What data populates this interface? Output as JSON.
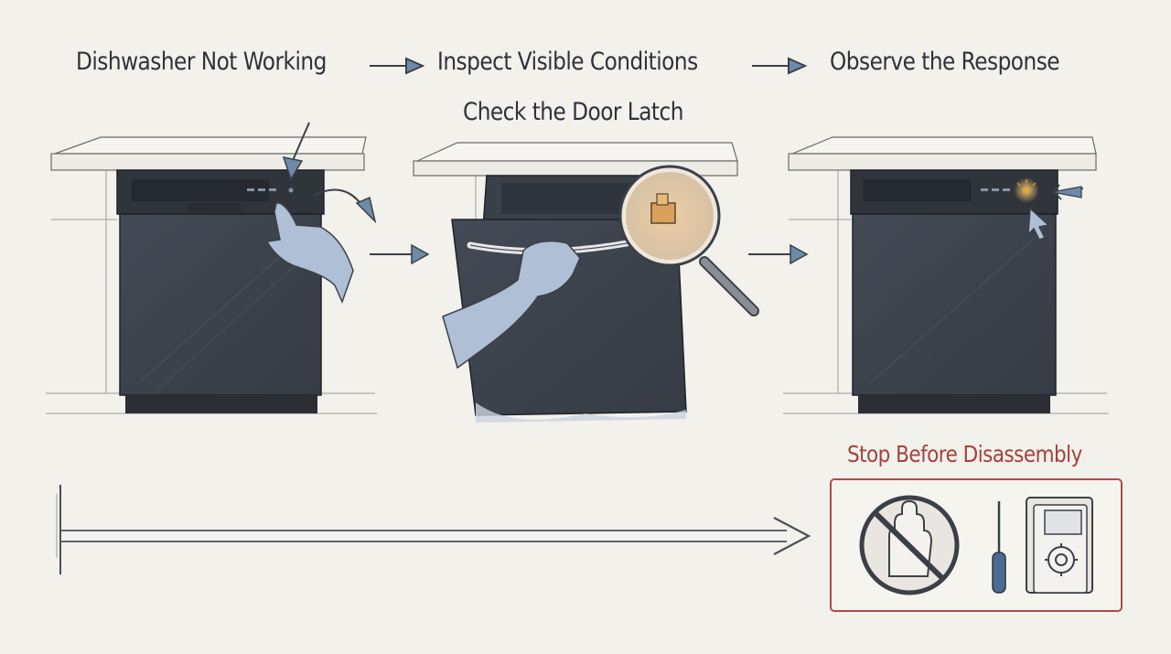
{
  "steps": {
    "step1": "Dishwasher Not Working",
    "step2": "Inspect Visible Conditions",
    "step3": "Observe the Response",
    "sub_step": "Check the Door Latch"
  },
  "warning": {
    "title": "Stop Before Disassembly",
    "color": "#a5403c",
    "icons": [
      "no-hand-icon",
      "screwdriver-icon",
      "control-panel-icon"
    ]
  },
  "colors": {
    "background": "#f3f1ec",
    "appliance": "#3a3f48",
    "accent_arrow": "#6e8aa8",
    "indicator_light": "#e8a53a"
  }
}
